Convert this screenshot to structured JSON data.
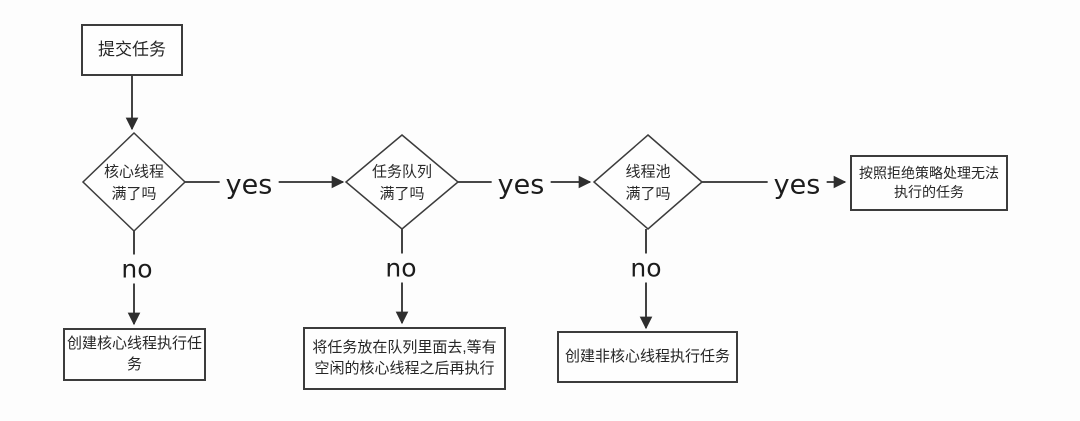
{
  "colors": {
    "background": "#fdfdfd",
    "line": "#2e2e2e",
    "node_border": "#3c3c3c",
    "text": "#262626"
  },
  "nodes": {
    "start": {
      "label": "提交任务"
    },
    "decision_core_threads": {
      "line1": "核心线程",
      "line2": "满了吗"
    },
    "decision_task_queue": {
      "line1": "任务队列",
      "line2": "满了吗"
    },
    "decision_thread_pool": {
      "line1": "线程池",
      "line2": "满了吗"
    },
    "reject_policy": {
      "line1": "按照拒绝策略处理无法",
      "line2": "执行的任务"
    },
    "create_core_thread": {
      "line1": "创建核心线程执行任",
      "line2": "务"
    },
    "enqueue_task": {
      "line1": "将任务放在队列里面去,等有",
      "line2": "空闲的核心线程之后再执行"
    },
    "create_noncore_thread": {
      "label": "创建非核心线程执行任务"
    }
  },
  "edge_labels": {
    "yes1": "yes",
    "yes2": "yes",
    "yes3": "yes",
    "no1": "no",
    "no2": "no",
    "no3": "no"
  }
}
